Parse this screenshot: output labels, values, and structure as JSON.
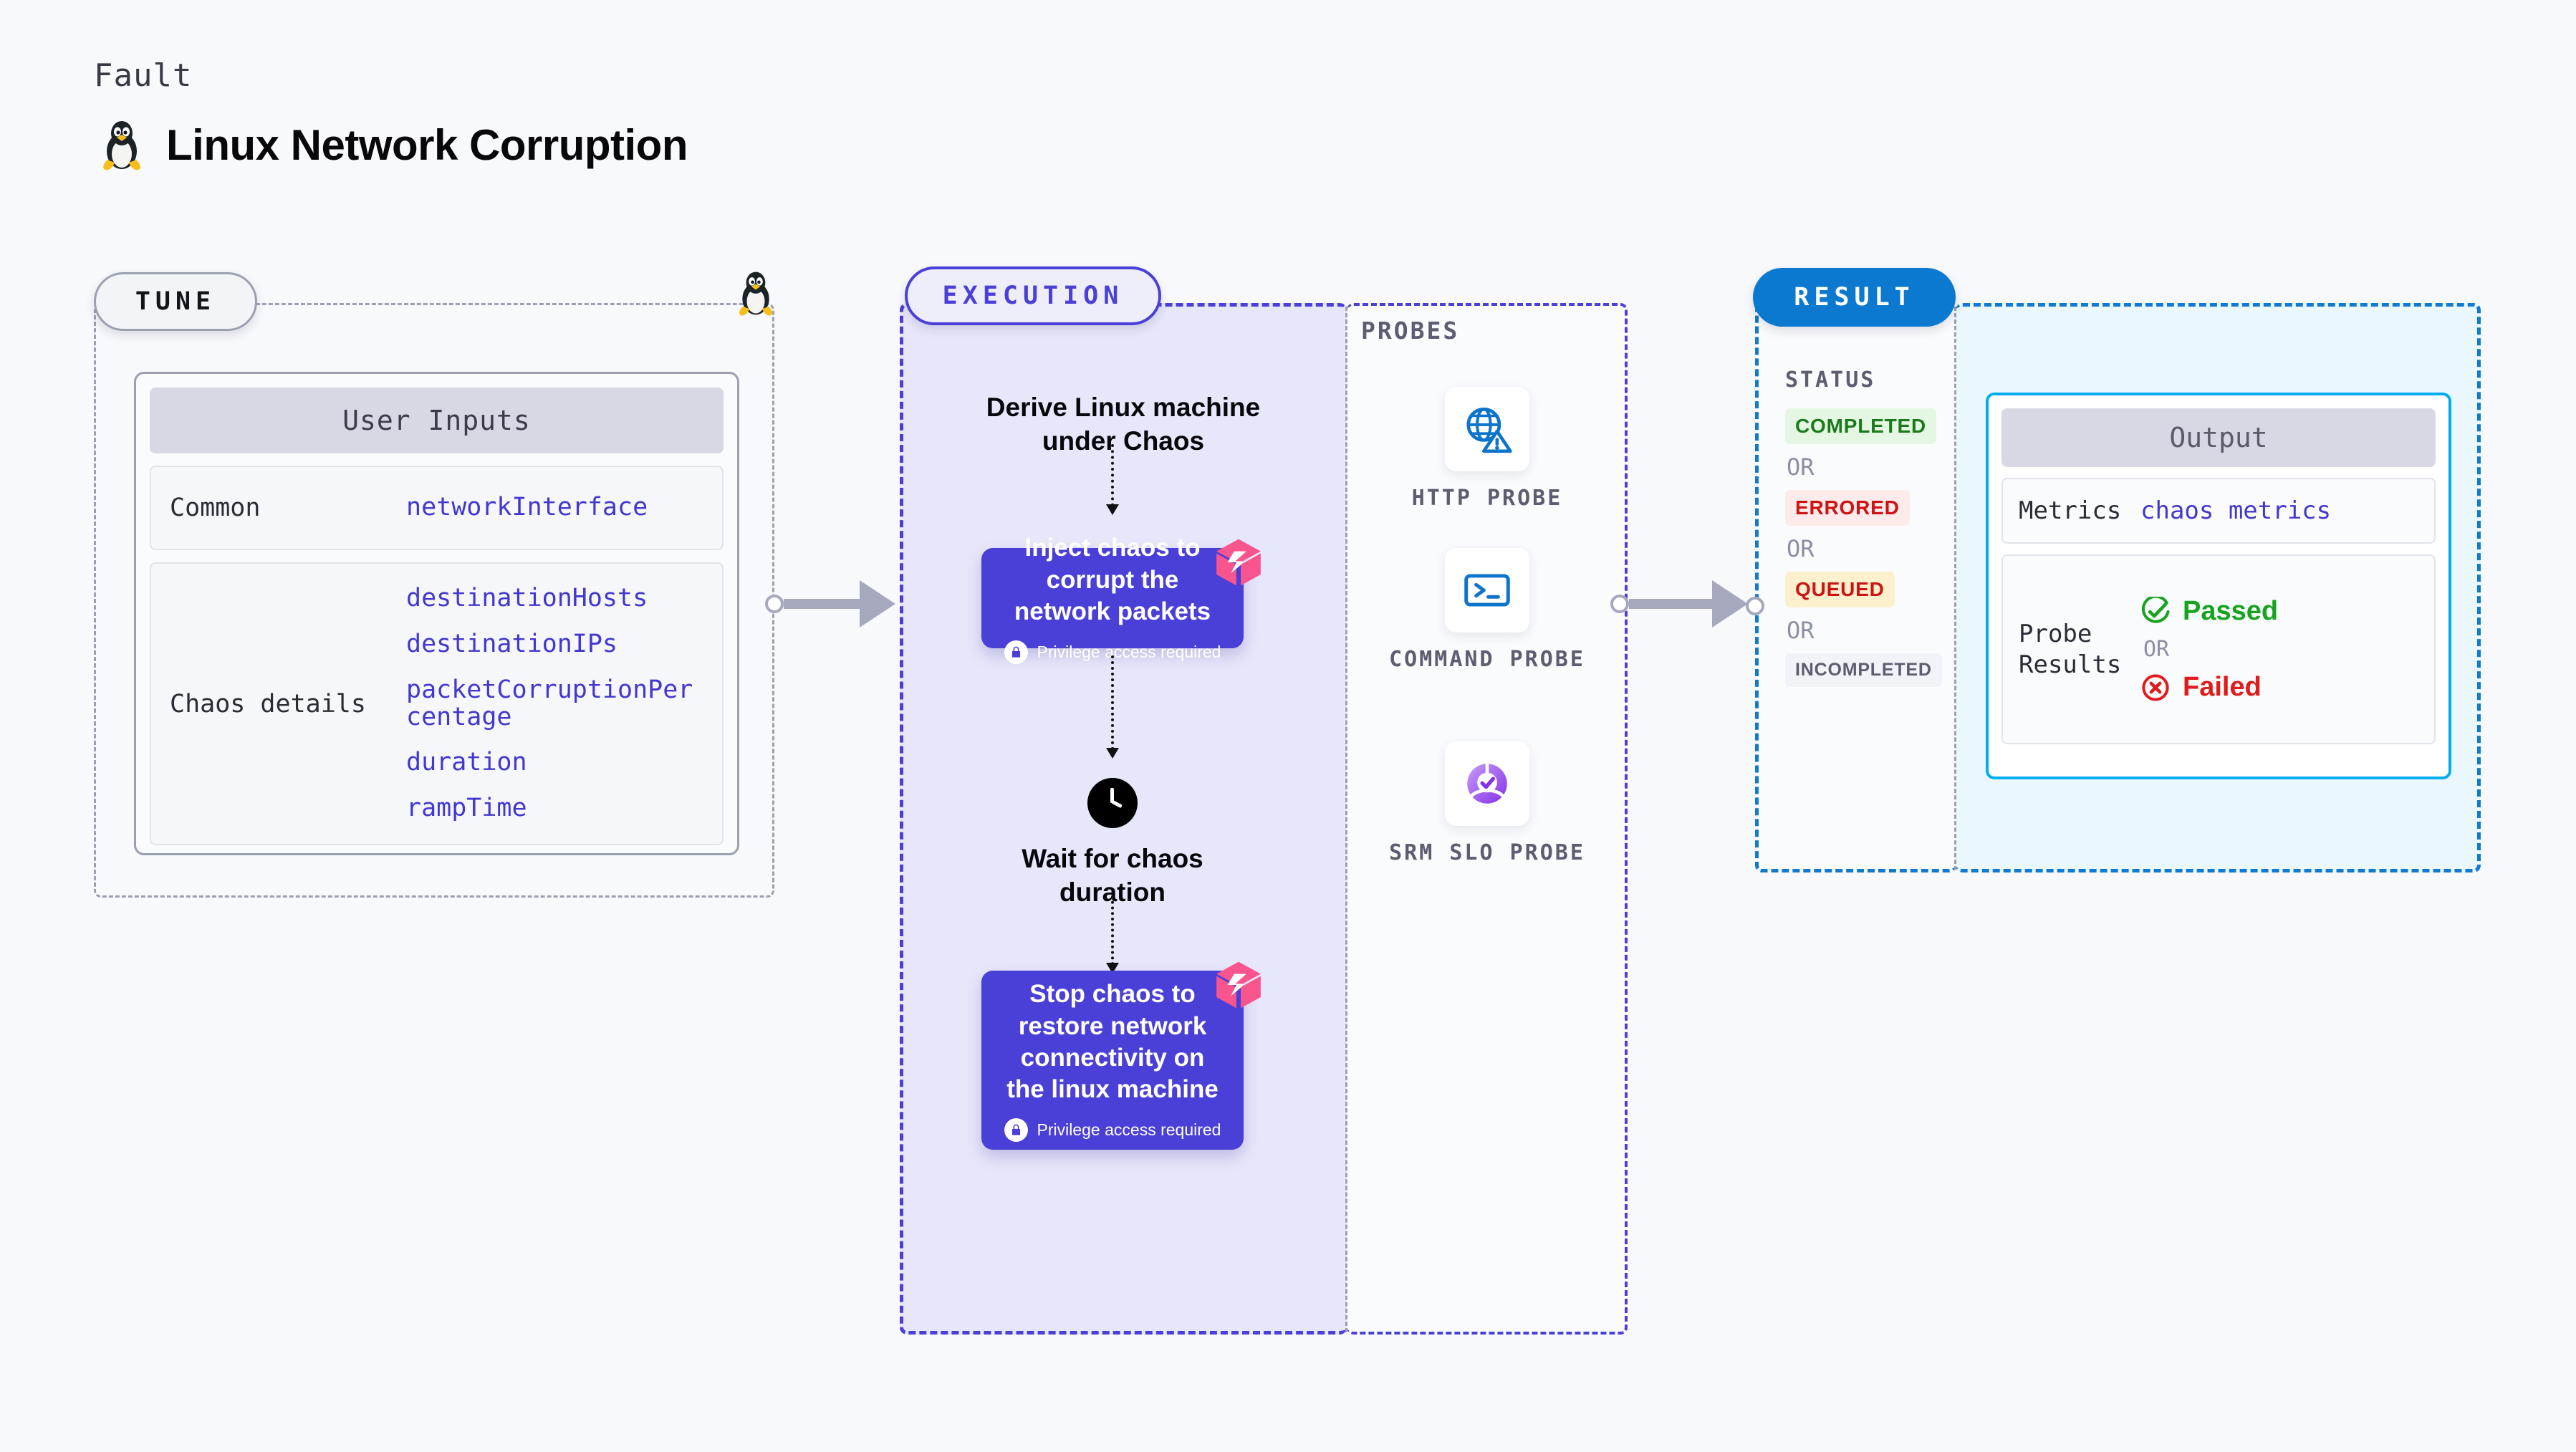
{
  "header": {
    "kicker": "Fault",
    "title": "Linux Network Corruption",
    "icon": "linux-tux-icon"
  },
  "tune": {
    "pill_label": "TUNE",
    "card_title": "User Inputs",
    "rows": [
      {
        "key": "Common",
        "values": [
          "networkInterface"
        ]
      },
      {
        "key": "Chaos details",
        "values": [
          "destinationHosts",
          "destinationIPs",
          "packetCorruptionPercentage",
          "duration",
          "rampTime"
        ]
      }
    ]
  },
  "execution": {
    "pill_label": "EXECUTION",
    "step1_title": "Derive Linux machine under Chaos",
    "step2_title": "Inject chaos to corrupt the network packets",
    "step2_note": "Privilege access required",
    "wait_title": "Wait for chaos duration",
    "step3_title": "Stop chaos to restore network connectivity on the linux machine",
    "step3_note": "Privilege access required"
  },
  "probes": {
    "title": "PROBES",
    "items": [
      {
        "label": "HTTP PROBE",
        "icon": "globe-warning-icon"
      },
      {
        "label": "COMMAND PROBE",
        "icon": "terminal-icon"
      },
      {
        "label": "SRM SLO PROBE",
        "icon": "slo-donut-check-icon"
      }
    ]
  },
  "result": {
    "pill_label": "RESULT",
    "status_title": "STATUS",
    "or_label": "OR",
    "statuses": [
      {
        "label": "COMPLETED",
        "color": "#1c7a1c",
        "bg": "#e4f7e2"
      },
      {
        "label": "ERRORED",
        "color": "#cc1414",
        "bg": "#fdeaea"
      },
      {
        "label": "QUEUED",
        "color": "#cc1414",
        "bg": "#fdf0cd"
      },
      {
        "label": "INCOMPLETED",
        "color": "#5b5d70",
        "bg": "#f2f3f8"
      }
    ],
    "output": {
      "title": "Output",
      "metrics_key": "Metrics",
      "metrics_value": "chaos metrics",
      "probe_key": "Probe Results",
      "passed_label": "Passed",
      "failed_label": "Failed",
      "or_label": "OR",
      "passed_color": "#16a41e",
      "failed_color": "#e01b1b"
    }
  },
  "colors": {
    "accent_violet": "#4a3fd6",
    "accent_blue": "#0b79d0",
    "accent_cyan": "#00aeef",
    "chaos_pink": "#f8558e",
    "panel_lavender": "#e7e7fb",
    "panel_cyan": "#eaf8fe",
    "page_bg": "#f8f9fc"
  }
}
